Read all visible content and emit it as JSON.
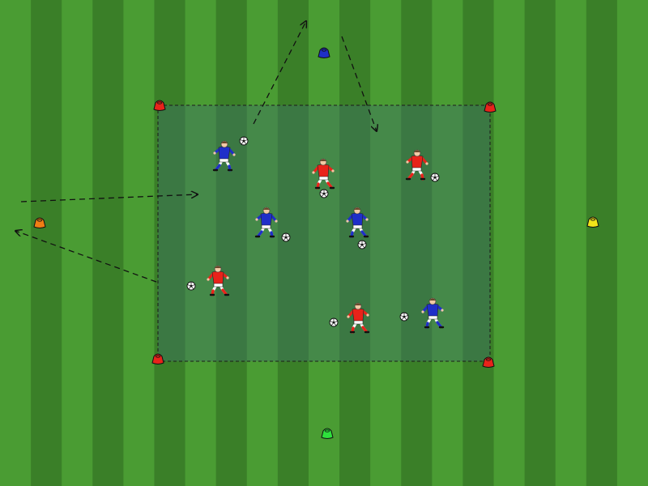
{
  "pitch": {
    "stripe_count": 21,
    "stripe_colors": [
      "#4a9c33",
      "#3a7f28"
    ],
    "area_tint": "#3f6f68",
    "line_color": "#1a1a1a"
  },
  "colors": {
    "red_team": "#e8231a",
    "blue_team": "#1f2fc8",
    "ball": "#ffffff",
    "skin": "#f2c9a5"
  },
  "cones": [
    {
      "id": "red-top-left",
      "color": "#e8231a"
    },
    {
      "id": "red-top-right",
      "color": "#e8231a"
    },
    {
      "id": "red-bottom-left",
      "color": "#e8231a"
    },
    {
      "id": "red-bottom-right",
      "color": "#e8231a"
    },
    {
      "id": "blue-top",
      "color": "#1f2fc8"
    },
    {
      "id": "orange-left",
      "color": "#f07e14"
    },
    {
      "id": "yellow-right",
      "color": "#f2e41a"
    },
    {
      "id": "green-bottom",
      "color": "#2ee03c"
    }
  ],
  "players": [
    {
      "id": "blue-1",
      "team": "blue"
    },
    {
      "id": "blue-2",
      "team": "blue"
    },
    {
      "id": "blue-3",
      "team": "blue"
    },
    {
      "id": "blue-4",
      "team": "blue"
    },
    {
      "id": "red-1",
      "team": "red"
    },
    {
      "id": "red-2",
      "team": "red"
    },
    {
      "id": "red-3",
      "team": "red"
    },
    {
      "id": "red-4",
      "team": "red"
    }
  ],
  "balls_count": 8,
  "movement_arrows_count": 4
}
